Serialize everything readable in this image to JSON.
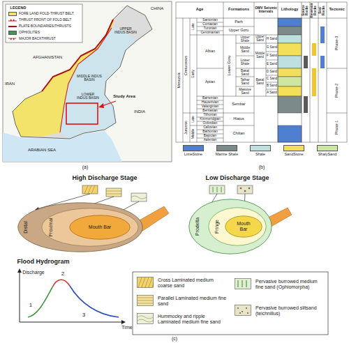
{
  "diagram": {
    "nodes": [
      {
        "text": [
          "Distal"
        ]
      },
      {
        "text": [
          "Proximal"
        ],
        "in": 0
      },
      {
        "text": [
          "Mouth Bar"
        ],
        "in": 1
      },
      {
        "text": [
          "Prodelta"
        ]
      },
      {
        "text": [
          "Fringe"
        ],
        "in": 3
      },
      {
        "text": [
          "Mouth Bar"
        ],
        "in": 4
      }
    ],
    "labels": [
      "CHINA",
      "AFGHANISTAN",
      "IRAN",
      "INDIA",
      "ARABIAN SEA",
      "UPPER INDUS BASIN",
      "MIDDLE INDUS BASIN",
      "LOWER INDUS BASIN",
      "Study Area",
      "(a)",
      "LEGEND",
      "Age",
      "Formations",
      "OMV Seismic Intervals",
      "Lithology",
      "Source Rocks",
      "Reservoir Rocks",
      "Seal Rocks",
      "Tectonic",
      "Mesozoic",
      "Cretaceous",
      "Jurassic",
      "Late",
      "Early",
      "Late",
      "Middle",
      "Santonian",
      "Coniacian",
      "Turonian",
      "Cenomanian",
      "Albian",
      "Aptian",
      "Barremian",
      "Hauterivian",
      "Valanginian",
      "Berriasian",
      "Tithonian",
      "Kimmeridgian",
      "Oxfordian",
      "Callovian",
      "Bathonian",
      "Bajocian",
      "Aalenian",
      "Parh",
      "Upper Goru",
      "Lower Goru",
      "Upper Shale",
      "Middle Sand",
      "Lower Shale",
      "Basal Sand",
      "Talhar Sand",
      "Massive Sand",
      "Sembar",
      "Hiatus",
      "Chiltan",
      "Upper Sand",
      "H Sand",
      "Middle Sand",
      "G Sand",
      "F Sand",
      "E Sand",
      "Basal Sand",
      "D Sand",
      "C Sand",
      "B Sand",
      "A Sand",
      "Phase-3",
      "Phase-2",
      "Phase-1",
      "(b)",
      "High Discharge Stage",
      "Low Discharge Stage",
      "Flood Hydrogram",
      "Discharge",
      "Time",
      "1",
      "2",
      "3",
      "(c)"
    ],
    "legend": [
      {
        "text": "FORE LAND FOLD-THRUST BELT",
        "color": "#f3e36a"
      },
      {
        "text": "THRUST FRONT OF FOLD BELT"
      },
      {
        "text": "PLATE BOUNDARIES/THRUSTS"
      },
      {
        "text": "OPHIOLITES",
        "color": "#3f9a4a"
      },
      {
        "text": "MAJOR BACKTHRUST"
      },
      {
        "text": "LimeStone",
        "color": "#4f7fd0"
      },
      {
        "text": "Marine Shale",
        "color": "#7d8a8a"
      },
      {
        "text": "Shale",
        "color": "#bfe0e0"
      },
      {
        "text": "SandStone",
        "color": "#f3df5a"
      },
      {
        "text": "ShalySand",
        "color": "#cde6a0"
      },
      {
        "text": "Cross Laminated medium coarse sand"
      },
      {
        "text": "Parallel Laminated medium fine sand"
      },
      {
        "text": "Hummocky and ripple Laminated medium fine sand"
      },
      {
        "text": "Pervasive burrowed medium fine sand (Ophiomorpha)"
      },
      {
        "text": "Pervasive burrowed siltsand (teichnillus)"
      }
    ]
  }
}
